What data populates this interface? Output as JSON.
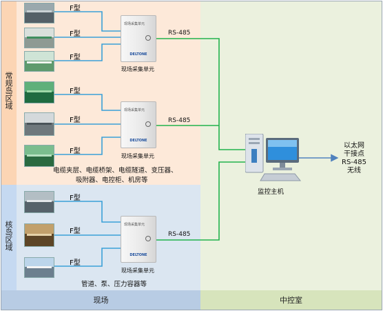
{
  "zones": {
    "conventional_island": "常规岛区域",
    "nuclear_island": "核岛区域",
    "field": "现场",
    "control_room": "中控室"
  },
  "sensor_tag": "F型",
  "collector": {
    "label": "现场采集单元",
    "panel_text": "现场采集单元",
    "brand": "DELTONE"
  },
  "bus_label": "RS-485",
  "host": {
    "label": "监控主机"
  },
  "network": {
    "line1": "以太网",
    "line2": "干接点",
    "line3": "RS-485",
    "line4": "无线"
  },
  "descriptions": {
    "conventional_line1": "电缆夹层、电缆桥架、电缆隧道、变压器、",
    "conventional_line2": "吸附器、电控柜、机房等",
    "nuclear": "管道、泵、压力容器等"
  },
  "colors": {
    "field_top": "#fde9d9",
    "field_bottom": "#dbe6f1",
    "control_room": "#ebf1de",
    "left_strip_top": "#fcd5b4",
    "left_strip_bottom": "#c5d9f1",
    "bar_left": "#b8cce4",
    "bar_right": "#d7e4bc",
    "sensor_line": "#3aa0d8",
    "bus_line": "#21b24b",
    "arrow": "#4f81bd"
  }
}
